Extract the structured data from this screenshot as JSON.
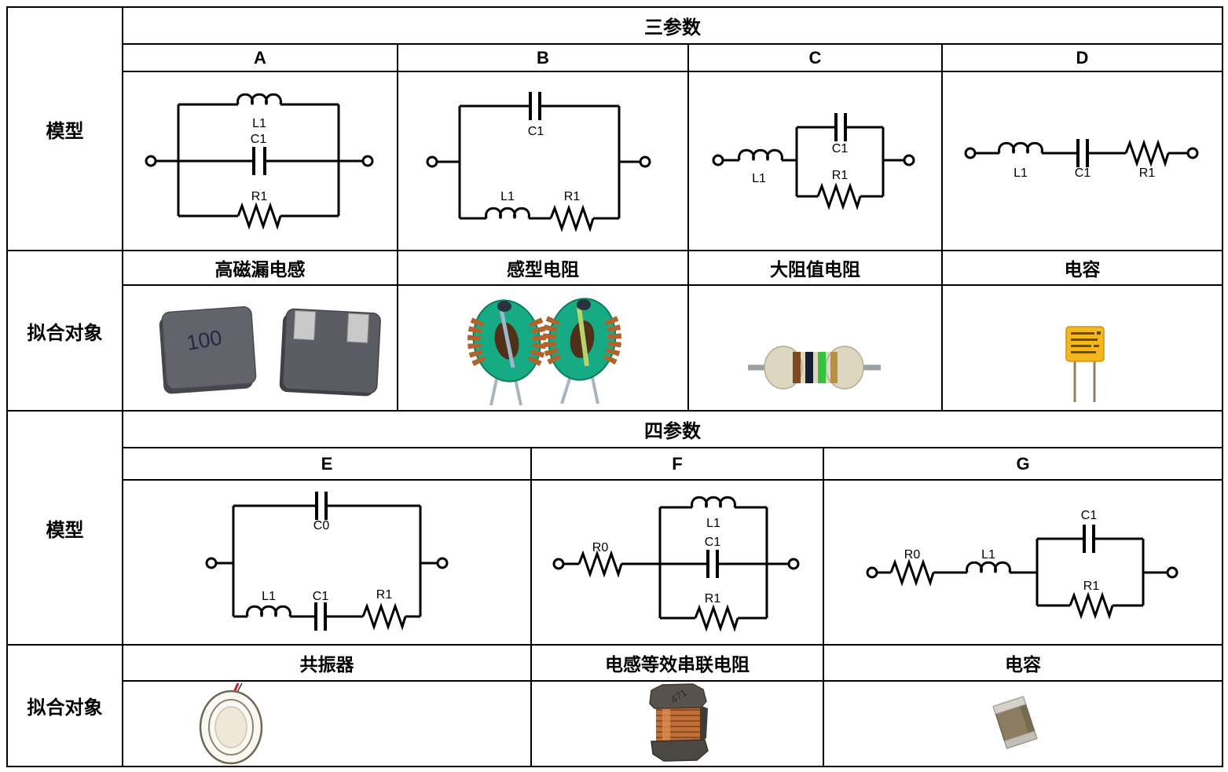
{
  "page": {
    "background": "#ffffff",
    "border_color": "#000000"
  },
  "figure": {
    "row_labels": {
      "model": "模型",
      "fit": "拟合对象"
    },
    "sections": [
      {
        "title": "三参数",
        "columns": [
          {
            "letter": "A",
            "fit_name": "高磁漏电感"
          },
          {
            "letter": "B",
            "fit_name": "感型电阻"
          },
          {
            "letter": "C",
            "fit_name": "大阻值电阻"
          },
          {
            "letter": "D",
            "fit_name": "电容"
          }
        ]
      },
      {
        "title": "四参数",
        "columns": [
          {
            "letter": "E",
            "fit_name": "共振器"
          },
          {
            "letter": "F",
            "fit_name": "电感等效串联电阻"
          },
          {
            "letter": "G",
            "fit_name": "电容"
          }
        ]
      }
    ]
  },
  "circuits": {
    "A": {
      "topology": "L1 ∥ C1 ∥ R1",
      "L": "L1",
      "C": "C1",
      "R": "R1"
    },
    "B": {
      "topology": "C1 ∥ (L1–R1)",
      "C": "C1",
      "L": "L1",
      "R": "R1"
    },
    "C": {
      "topology": "L1 – (C1 ∥ R1)",
      "L": "L1",
      "C": "C1",
      "R": "R1"
    },
    "D": {
      "topology": "L1 – C1 – R1",
      "L": "L1",
      "C": "C1",
      "R": "R1"
    },
    "E": {
      "topology": "C0 ∥ (L1–C1–R1)",
      "C0": "C0",
      "L": "L1",
      "C": "C1",
      "R": "R1"
    },
    "F": {
      "topology": "R0 – (L1 ∥ C1 ∥ R1)",
      "R0": "R0",
      "L": "L1",
      "C": "C1",
      "R": "R1"
    },
    "G": {
      "topology": "R0 – L1 – (C1 ∥ R1)",
      "R0": "R0",
      "L": "L1",
      "C": "C1",
      "R": "R1"
    }
  },
  "photos": {
    "A": {
      "desc": "two gray molded SMD power inductors",
      "marking": "100",
      "body_color": "#63636b"
    },
    "B": {
      "desc": "two green toroidal wire-wound chokes",
      "body_color": "#16ab85",
      "wire_color": "#b4622b"
    },
    "C": {
      "desc": "axial leaded resistor with color bands",
      "body_color": "#ddd6c0",
      "band_colors": [
        "#7c4a1e",
        "#161d2e",
        "#37c23c",
        "#bb8f41"
      ]
    },
    "D": {
      "desc": "yellow box film capacitor",
      "body_color": "#f4b71e"
    },
    "E": {
      "desc": "piezoelectric ceramic disc with red lead",
      "body_color": "#faf8f2"
    },
    "F": {
      "desc": "SMD drum-core wire-wound inductor",
      "marking": "471",
      "coil_color": "#c06f38"
    },
    "G": {
      "desc": "brown MLCC chip capacitor",
      "body_color": "#8c7d62"
    }
  }
}
